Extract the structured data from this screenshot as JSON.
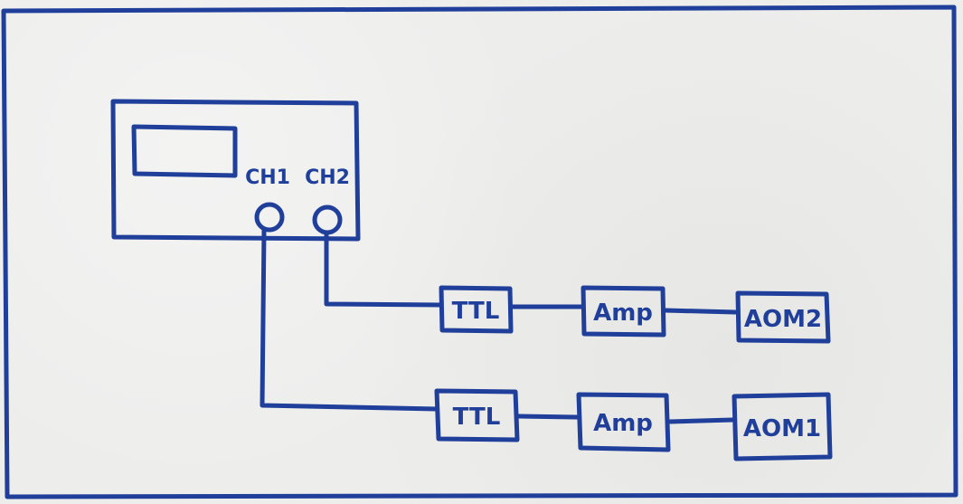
{
  "colors": {
    "ink": "#1f3f9a",
    "paper": "#ededec"
  },
  "generator": {
    "ch1_label": "CH1",
    "ch2_label": "CH2"
  },
  "chain_top": {
    "ttl_label": "TTL",
    "amp_label": "Amp",
    "aom_label": "AOM2"
  },
  "chain_bottom": {
    "ttl_label": "TTL",
    "amp_label": "Amp",
    "aom_label": "AOM1"
  }
}
